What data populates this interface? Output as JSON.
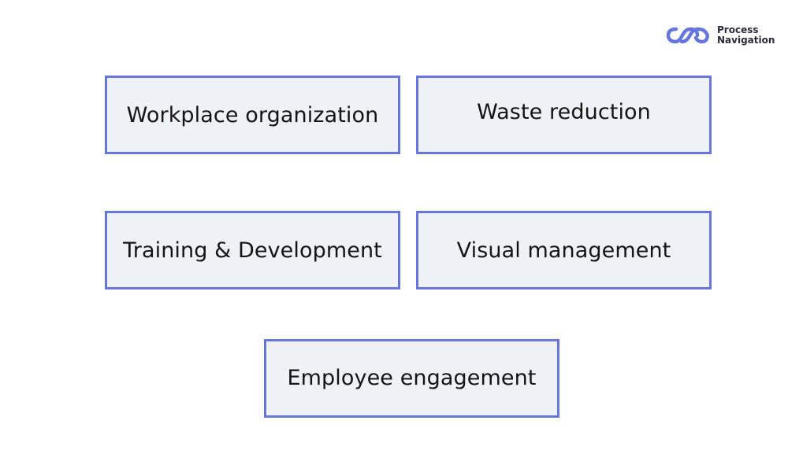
{
  "logo": {
    "icon": "chain-links-icon",
    "line1": "Process",
    "line2": "Navigation",
    "color": "#6676dc"
  },
  "boxes": [
    {
      "label": "Workplace organization"
    },
    {
      "label": "Waste reduction"
    },
    {
      "label": "Training & Development"
    },
    {
      "label": "Visual management"
    },
    {
      "label": "Employee engagement"
    }
  ],
  "colors": {
    "box_border": "#6676dc",
    "box_fill": "#eef2f6",
    "text": "#141414"
  }
}
